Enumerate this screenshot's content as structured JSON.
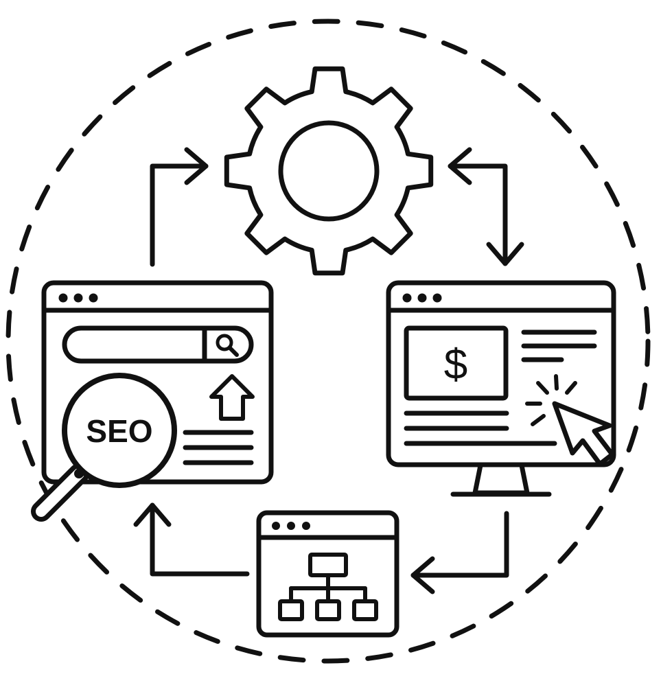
{
  "diagram": {
    "type": "seo-cycle",
    "border_style": "dashed-circle",
    "stroke_color": "#111111",
    "background_color": "#ffffff",
    "nodes": [
      {
        "id": "gear",
        "icon": "gear-icon",
        "position": "top-center"
      },
      {
        "id": "seo-search-browser",
        "icon": "magnifier-icon",
        "label": "SEO",
        "position": "left"
      },
      {
        "id": "sales-monitor",
        "icon": "dollar-icon",
        "label": "$",
        "position": "right"
      },
      {
        "id": "sitemap-browser",
        "icon": "sitemap-icon",
        "position": "bottom-center"
      }
    ],
    "edges": [
      {
        "from": "seo-search-browser",
        "to": "gear",
        "style": "single-arrow"
      },
      {
        "from": "gear",
        "to": "sales-monitor",
        "style": "double-arrow"
      },
      {
        "from": "sales-monitor",
        "to": "sitemap-browser",
        "style": "single-arrow"
      },
      {
        "from": "sitemap-browser",
        "to": "seo-search-browser",
        "style": "single-arrow"
      }
    ]
  }
}
